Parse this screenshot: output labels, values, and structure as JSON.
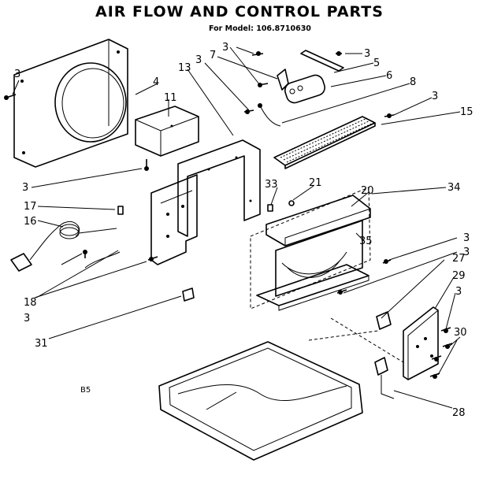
{
  "title": "AIR FLOW AND CONTROL PARTS",
  "subtitle": "For Model: 106.8710630",
  "code": "B5",
  "callouts": [
    {
      "id": "l3a",
      "text": "3"
    },
    {
      "id": "l4",
      "text": "4"
    },
    {
      "id": "l11",
      "text": "11"
    },
    {
      "id": "l13",
      "text": "13"
    },
    {
      "id": "l3b",
      "text": "3"
    },
    {
      "id": "l7",
      "text": "7"
    },
    {
      "id": "l3c",
      "text": "3"
    },
    {
      "id": "l3d",
      "text": "3"
    },
    {
      "id": "l5",
      "text": "5"
    },
    {
      "id": "l6",
      "text": "6"
    },
    {
      "id": "l8",
      "text": "8"
    },
    {
      "id": "l3e",
      "text": "3"
    },
    {
      "id": "l15",
      "text": "15"
    },
    {
      "id": "l3f",
      "text": "3"
    },
    {
      "id": "l33",
      "text": "33"
    },
    {
      "id": "l21",
      "text": "21"
    },
    {
      "id": "l20",
      "text": "20"
    },
    {
      "id": "l34",
      "text": "34"
    },
    {
      "id": "l17",
      "text": "17"
    },
    {
      "id": "l16",
      "text": "16"
    },
    {
      "id": "l35",
      "text": "35"
    },
    {
      "id": "l3g",
      "text": "3"
    },
    {
      "id": "l3h",
      "text": "3"
    },
    {
      "id": "l27",
      "text": "27"
    },
    {
      "id": "l29",
      "text": "29"
    },
    {
      "id": "l3i",
      "text": "3"
    },
    {
      "id": "l18",
      "text": "18"
    },
    {
      "id": "l3j",
      "text": "3"
    },
    {
      "id": "l30",
      "text": "30"
    },
    {
      "id": "l31",
      "text": "31"
    },
    {
      "id": "l28",
      "text": "28"
    }
  ]
}
